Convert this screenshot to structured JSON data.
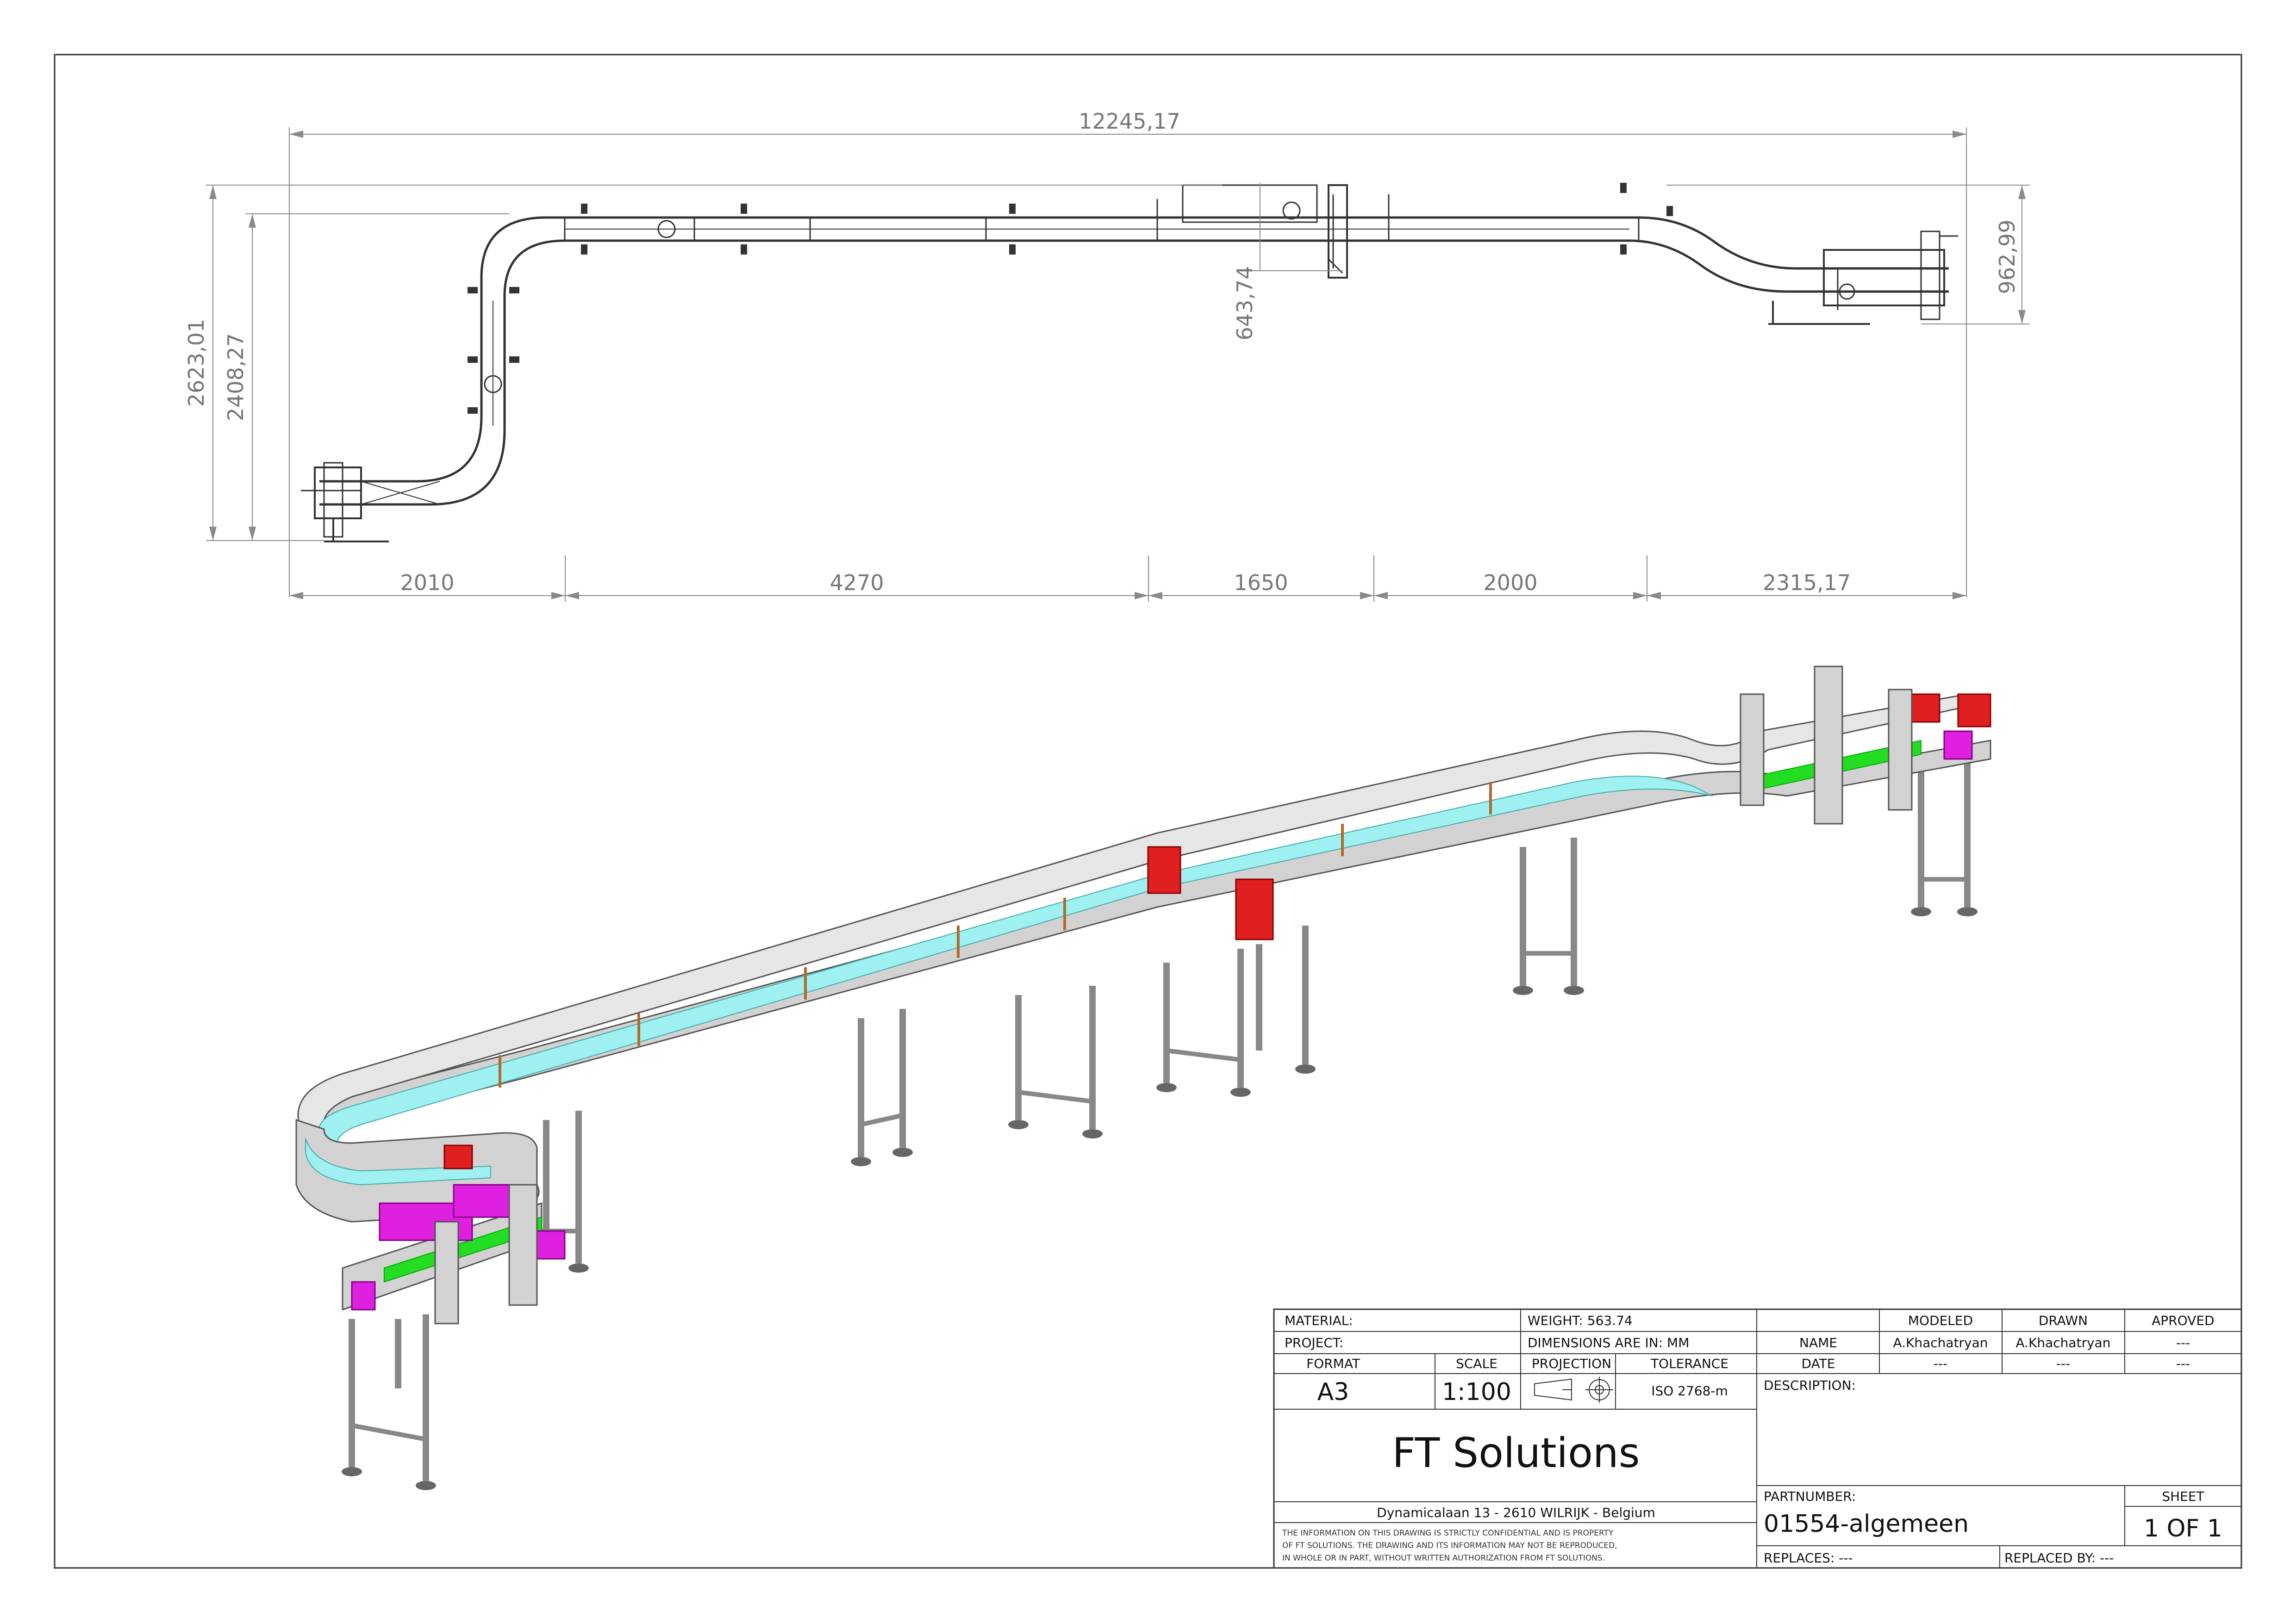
{
  "dimensions": {
    "overall_length": "12245,17",
    "segments": [
      "2010",
      "4270",
      "1650",
      "2000",
      "2315,17"
    ],
    "height_total": "2623,01",
    "height_inner": "2408,27",
    "offset_mid": "643,74",
    "offset_right": "962,99"
  },
  "colors": {
    "belt": "#9ff0f0",
    "drive_red": "#e02020",
    "motor_magenta": "#e020e0",
    "guide_green": "#22dd22",
    "frame": "#d2d2d2",
    "rail_copper": "#b06a2a"
  },
  "title_block": {
    "material_label": "MATERIAL:",
    "project_label": "PROJECT:",
    "weight": "WEIGHT: 563.74",
    "units": "DIMENSIONS ARE IN: MM",
    "format_label": "FORMAT",
    "scale_label": "SCALE",
    "projection_label": "PROJECTION",
    "tolerance_label": "TOLERANCE",
    "format": "A3",
    "scale": "1:100",
    "tolerance": "ISO 2768-m",
    "company": "FT Solutions",
    "address": "Dynamicalaan 13 - 2610 WILRIJK - Belgium",
    "confidential": [
      "THE INFORMATION ON THIS DRAWING IS STRICTLY CONFIDENTIAL AND IS PROPERTY",
      "OF FT SOLUTIONS. THE DRAWING AND ITS INFORMATION MAY NOT BE REPRODUCED,",
      "IN WHOLE OR IN PART, WITHOUT WRITTEN AUTHORIZATION FROM FT SOLUTIONS."
    ],
    "modeled_label": "MODELED",
    "drawn_label": "DRAWN",
    "approved_label": "APROVED",
    "name_label": "NAME",
    "date_label": "DATE",
    "modeled_name": "A.Khachatryan",
    "drawn_name": "A.Khachatryan",
    "approved_name": "---",
    "modeled_date": "---",
    "drawn_date": "---",
    "approved_date": "---",
    "description_label": "DESCRIPTION:",
    "partnumber_label": "PARTNUMBER:",
    "partnumber": "01554-algemeen",
    "sheet_label": "SHEET",
    "sheet": "1 OF 1",
    "replaces": "REPLACES: ---",
    "replaced_by": "REPLACED BY: ---"
  }
}
